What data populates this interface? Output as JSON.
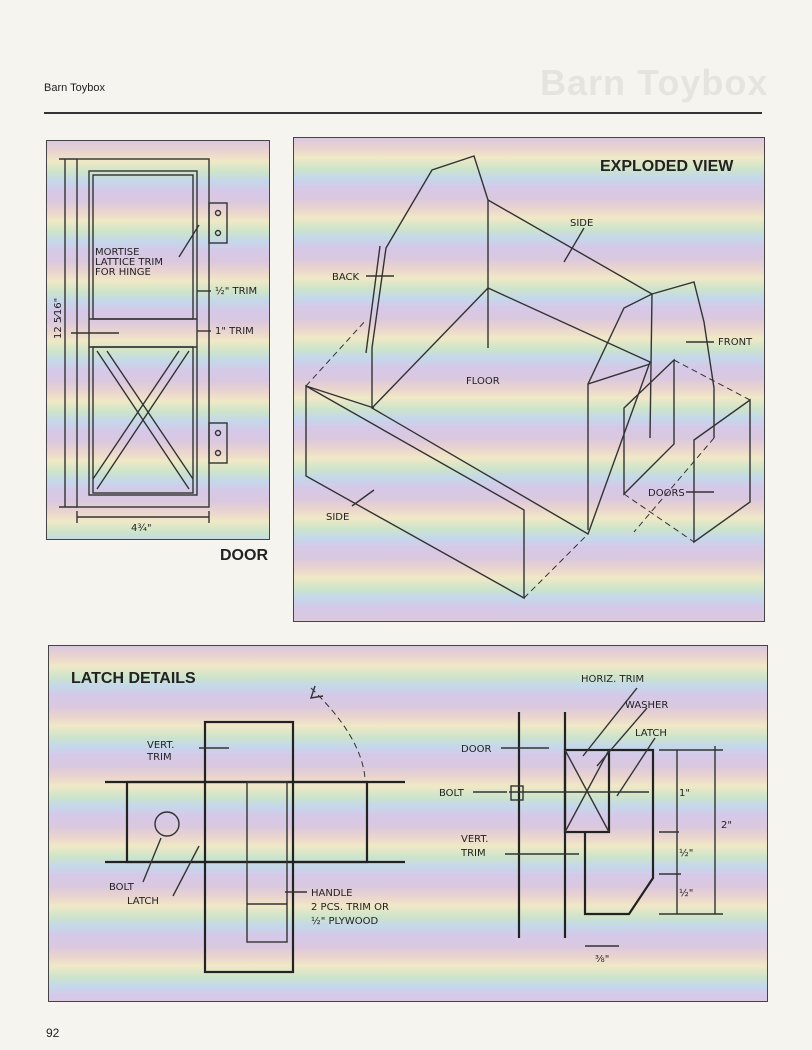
{
  "header": {
    "running_title": "Barn Toybox",
    "ghost_title": "Barn Toybox"
  },
  "page_number": "92",
  "door": {
    "caption": "DOOR",
    "labels": {
      "mortise1": "MORTISE",
      "mortise2": "LATTICE TRIM",
      "mortise3": "FOR HINGE",
      "half_trim": "½\" TRIM",
      "one_trim": "1\" TRIM",
      "height": "12 5⁄16\"",
      "width": "4¾\""
    }
  },
  "exploded": {
    "title": "EXPLODED VIEW",
    "labels": {
      "side_top": "SIDE",
      "back": "BACK",
      "front": "FRONT",
      "floor": "FLOOR",
      "side_bottom": "SIDE",
      "doors": "DOORS"
    }
  },
  "latch": {
    "title": "LATCH DETAILS",
    "labels": {
      "vert_trim1": "VERT.",
      "vert_trim2": "TRIM",
      "bolt": "BOLT",
      "latch": "LATCH",
      "handle": "HANDLE",
      "handle2": "2 PCS. TRIM OR",
      "handle3": "½\" PLYWOOD",
      "horiz_trim": "HORIZ. TRIM",
      "washer": "WASHER",
      "latch_r": "LATCH",
      "door": "DOOR",
      "bolt_r": "BOLT",
      "vert_r1": "VERT.",
      "vert_r2": "TRIM",
      "dim_1": "1\"",
      "dim_2": "2\"",
      "dim_half1": "½\"",
      "dim_half2": "½\"",
      "dim_38": "⅜\""
    }
  }
}
